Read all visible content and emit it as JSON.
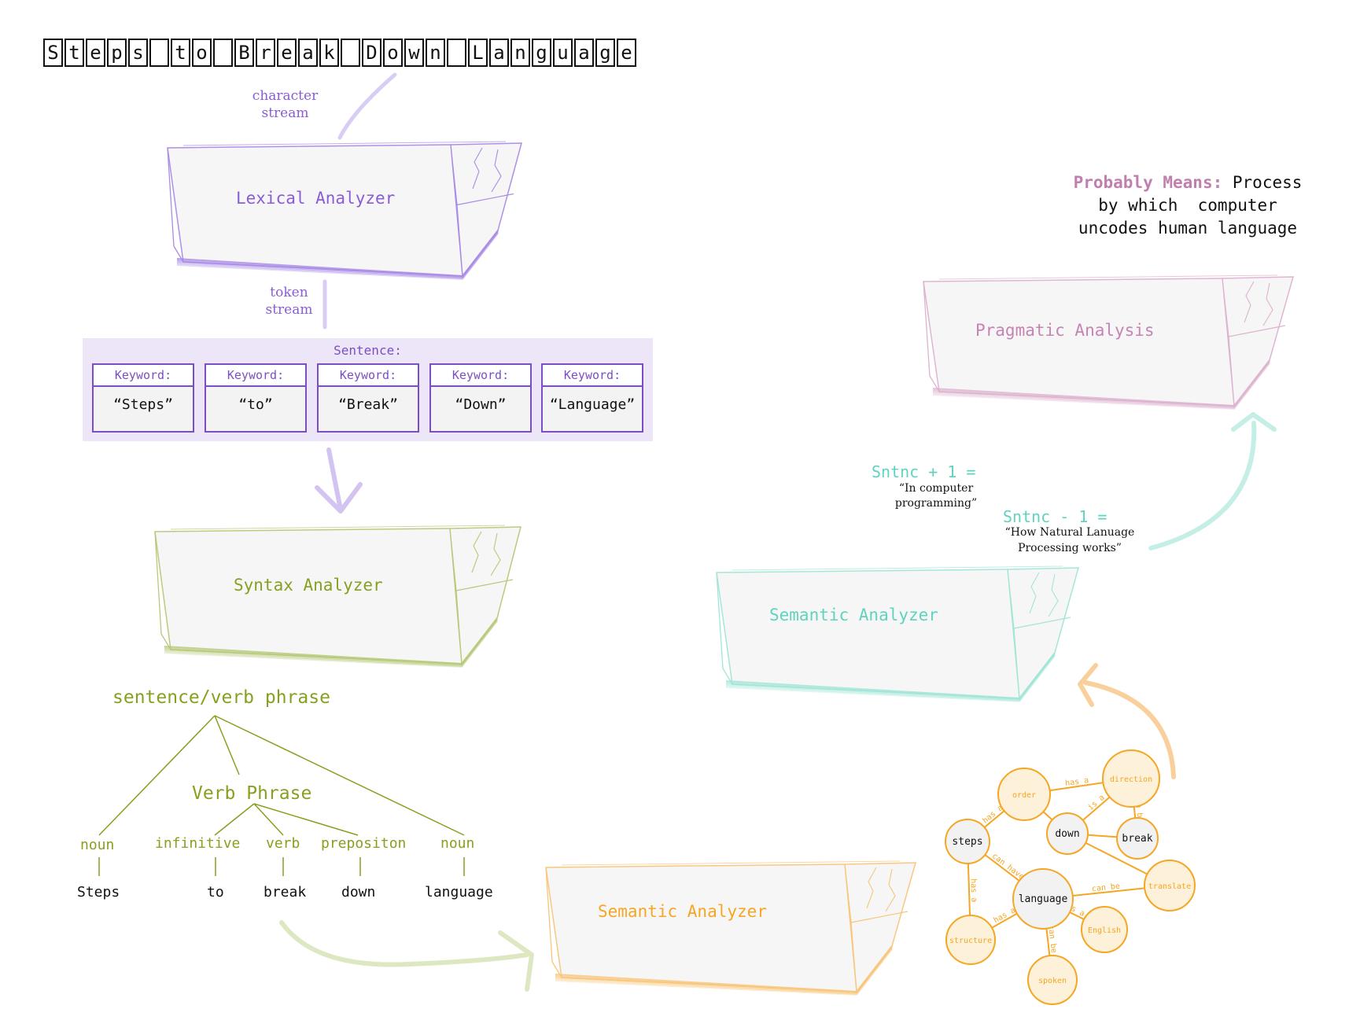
{
  "title": {
    "text": "Steps to Break Down Language",
    "chars": [
      "S",
      "t",
      "e",
      "p",
      "s",
      " ",
      "t",
      "o",
      " ",
      "B",
      "r",
      "e",
      "a",
      "k",
      " ",
      "D",
      "o",
      "w",
      "n",
      " ",
      "L",
      "a",
      "n",
      "g",
      "u",
      "a",
      "g",
      "e"
    ]
  },
  "colors": {
    "lexical": "#8a5cd6",
    "syntax": "#86a020",
    "semantic_orange": "#f5a623",
    "semantic_teal": "#5fd3bd",
    "pragmatic": "#c584b3",
    "panel": "#ede6f8"
  },
  "notes": {
    "character_stream": [
      "character",
      "stream"
    ],
    "token_stream": [
      "token",
      "stream"
    ]
  },
  "boxes": {
    "lexical": "Lexical Analyzer",
    "syntax": "Syntax Analyzer",
    "semantic_bottom": "Semantic Analyzer",
    "semantic_right": "Semantic Analyzer",
    "pragmatic": "Pragmatic Analysis"
  },
  "sentence": {
    "title": "Sentence:",
    "keywords": [
      {
        "label": "Keyword:",
        "value": "“Steps”"
      },
      {
        "label": "Keyword:",
        "value": "“to”"
      },
      {
        "label": "Keyword:",
        "value": "“Break”"
      },
      {
        "label": "Keyword:",
        "value": "“Down”"
      },
      {
        "label": "Keyword:",
        "value": "“Language”"
      }
    ]
  },
  "parse_tree": {
    "root": "sentence/verb phrase",
    "verb_phrase": "Verb Phrase",
    "pos": [
      "noun",
      "infinitive",
      "verb",
      "prepositon",
      "noun"
    ],
    "words": [
      "Steps",
      "to",
      "break",
      "down",
      "language"
    ]
  },
  "context": {
    "plus_head": "Sntnc + 1 =",
    "plus_text": [
      "“In computer",
      "programming”"
    ],
    "minus_head": "Sntnc - 1 =",
    "minus_text": [
      "“How Natural Lanuage",
      "Processing works”"
    ]
  },
  "meaning": {
    "prefix": "Probably Means:",
    "lines": [
      "Process",
      "by which  computer",
      "uncodes human language"
    ]
  },
  "graph": {
    "nodes": [
      {
        "id": "order",
        "label": "order",
        "dark": false
      },
      {
        "id": "direction",
        "label": "direction",
        "dark": false
      },
      {
        "id": "steps",
        "label": "steps",
        "dark": true
      },
      {
        "id": "down",
        "label": "down",
        "dark": true
      },
      {
        "id": "break",
        "label": "break",
        "dark": true
      },
      {
        "id": "language",
        "label": "language",
        "dark": true
      },
      {
        "id": "translate",
        "label": "translate",
        "dark": false
      },
      {
        "id": "english",
        "label": "English",
        "dark": false
      },
      {
        "id": "structure",
        "label": "structure",
        "dark": false
      },
      {
        "id": "spoken",
        "label": "spoken",
        "dark": false
      }
    ],
    "edges": [
      {
        "from": "order",
        "to": "direction",
        "label": "has a"
      },
      {
        "from": "direction",
        "to": "break",
        "label": "can be"
      },
      {
        "from": "steps",
        "to": "order",
        "label": "has a"
      },
      {
        "from": "down",
        "to": "direction",
        "label": "is a"
      },
      {
        "from": "order",
        "to": "down",
        "label": ""
      },
      {
        "from": "down",
        "to": "break",
        "label": ""
      },
      {
        "from": "steps",
        "to": "language",
        "label": "can have"
      },
      {
        "from": "down",
        "to": "translate",
        "label": ""
      },
      {
        "from": "language",
        "to": "translate",
        "label": "can be"
      },
      {
        "from": "language",
        "to": "english",
        "label": "is a"
      },
      {
        "from": "steps",
        "to": "structure",
        "label": "has a"
      },
      {
        "from": "structure",
        "to": "language",
        "label": "has a"
      },
      {
        "from": "language",
        "to": "spoken",
        "label": "can be"
      }
    ]
  }
}
